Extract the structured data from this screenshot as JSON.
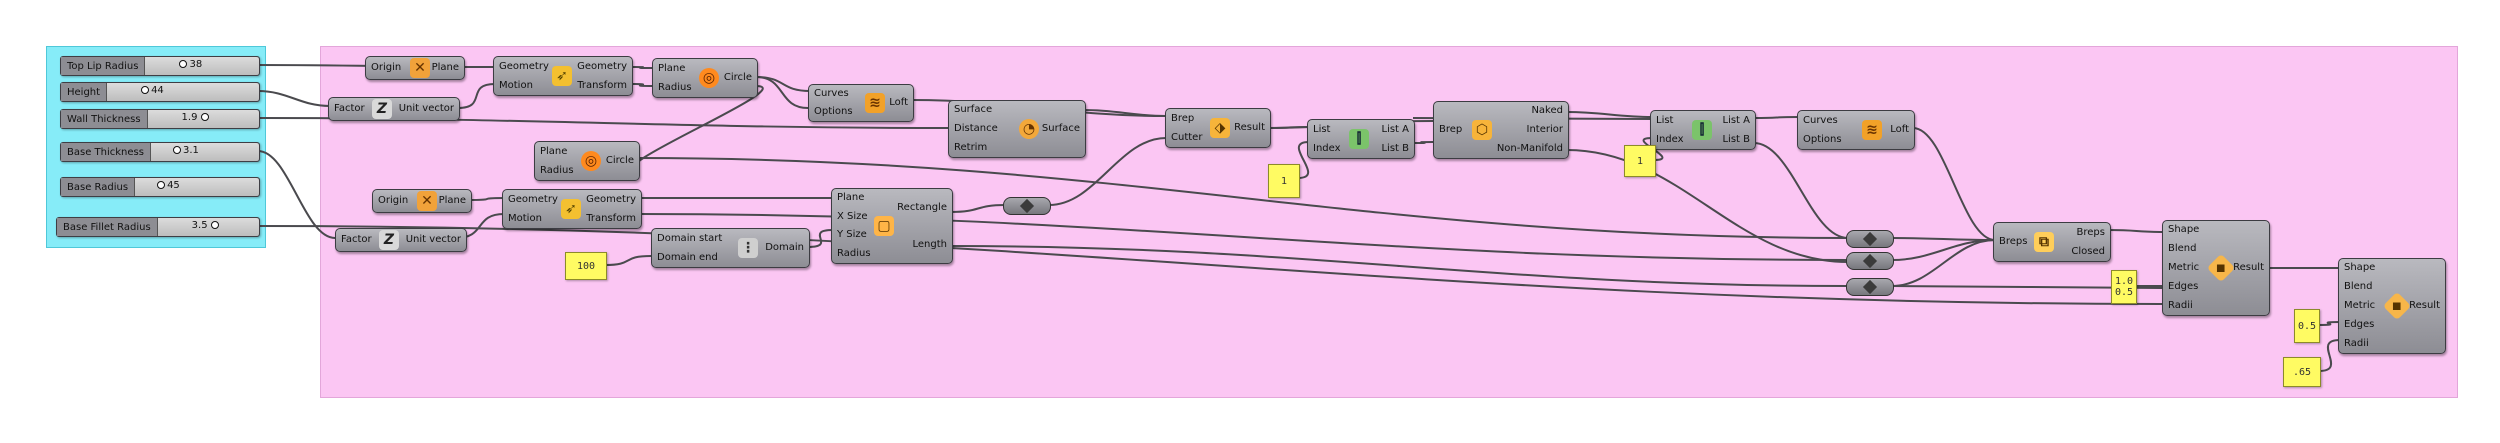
{
  "sliders": [
    {
      "id": "top_lip",
      "label": "Top Lip Radius",
      "value": "38"
    },
    {
      "id": "height",
      "label": "Height",
      "value": "44"
    },
    {
      "id": "wall",
      "label": "Wall Thickness",
      "value": "1.9"
    },
    {
      "id": "base_thick",
      "label": "Base Thickness",
      "value": "3.1"
    },
    {
      "id": "base_radius",
      "label": "Base Radius",
      "value": "45"
    },
    {
      "id": "base_fillet",
      "label": "Base Fillet Radius",
      "value": "3.5"
    }
  ],
  "components": {
    "plane1": {
      "inputs": [
        "Origin"
      ],
      "outputs": [
        "Plane"
      ],
      "icon": "plane-icon"
    },
    "move1": {
      "inputs": [
        "Geometry",
        "Motion"
      ],
      "outputs": [
        "Geometry",
        "Transform"
      ],
      "icon": "move-icon"
    },
    "circle1": {
      "inputs": [
        "Plane",
        "Radius"
      ],
      "outputs": [
        "Circle"
      ],
      "icon": "circle-icon"
    },
    "unitvec1": {
      "inputs": [
        "Factor"
      ],
      "outputs": [
        "Unit vector"
      ],
      "icon": "unit-vector-icon"
    },
    "loft1": {
      "inputs": [
        "Curves",
        "Options"
      ],
      "outputs": [
        "Loft"
      ],
      "icon": "loft-icon"
    },
    "offsetsrf": {
      "inputs": [
        "Surface",
        "Distance",
        "Retrim"
      ],
      "outputs": [
        "Surface"
      ],
      "icon": "offset-surface-icon"
    },
    "split": {
      "inputs": [
        "Brep",
        "Cutter"
      ],
      "outputs": [
        "Result"
      ],
      "icon": "split-brep-icon"
    },
    "listitem1": {
      "inputs": [
        "List",
        "Index"
      ],
      "outputs": [
        "List A",
        "List B"
      ],
      "icon": "split-list-icon"
    },
    "brepedges": {
      "inputs": [
        "Brep"
      ],
      "outputs": [
        "Naked",
        "Interior",
        "Non-Manifold"
      ],
      "icon": "brep-edges-icon"
    },
    "listitem2": {
      "inputs": [
        "List",
        "Index"
      ],
      "outputs": [
        "List A",
        "List B"
      ],
      "icon": "split-list-icon"
    },
    "loft2": {
      "inputs": [
        "Curves",
        "Options"
      ],
      "outputs": [
        "Loft"
      ],
      "icon": "loft-icon"
    },
    "circle2": {
      "inputs": [
        "Plane",
        "Radius"
      ],
      "outputs": [
        "Circle"
      ],
      "icon": "circle-icon"
    },
    "plane2": {
      "inputs": [
        "Origin"
      ],
      "outputs": [
        "Plane"
      ],
      "icon": "plane-icon"
    },
    "move2": {
      "inputs": [
        "Geometry",
        "Motion"
      ],
      "outputs": [
        "Geometry",
        "Transform"
      ],
      "icon": "move-icon"
    },
    "unitvec2": {
      "inputs": [
        "Factor"
      ],
      "outputs": [
        "Unit vector"
      ],
      "icon": "unit-vector-icon"
    },
    "domain": {
      "inputs": [
        "Domain start",
        "Domain end"
      ],
      "outputs": [
        "Domain"
      ],
      "icon": "domain-icon"
    },
    "rectangle": {
      "inputs": [
        "Plane",
        "X Size",
        "Y Size",
        "Radius"
      ],
      "outputs": [
        "Rectangle",
        "Length"
      ],
      "icon": "rectangle-icon"
    },
    "join": {
      "inputs": [
        "Breps"
      ],
      "outputs": [
        "Breps",
        "Closed"
      ],
      "icon": "join-brep-icon"
    },
    "fillet1": {
      "inputs": [
        "Shape",
        "Blend",
        "Metric",
        "Edges",
        "Radii"
      ],
      "outputs": [
        "Result"
      ],
      "icon": "fillet-edge-icon"
    },
    "fillet2": {
      "inputs": [
        "Shape",
        "Blend",
        "Metric",
        "Edges",
        "Radii"
      ],
      "outputs": [
        "Result"
      ],
      "icon": "fillet-edge-icon"
    }
  },
  "panels": {
    "p100": "100",
    "p1a": "1",
    "p1b": "1",
    "pstack1": "1.0",
    "pstack2": "0.5",
    "p65": ".65"
  },
  "colors": {
    "group_pink": "#fbc6f3",
    "group_cyan": "#86ecf8",
    "wire": "#4a4a4e"
  }
}
